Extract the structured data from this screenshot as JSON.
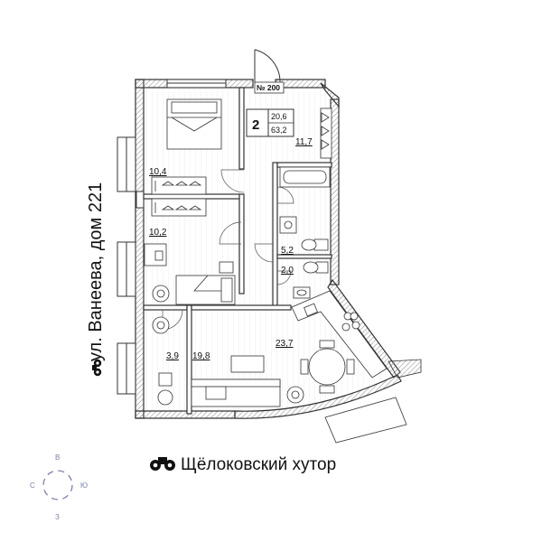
{
  "plan": {
    "apartment_number": "№ 200",
    "rooms_count": "2",
    "living_area": "20,6",
    "total_area": "63,2",
    "room_areas": {
      "bedroom_top": "10,4",
      "bedroom_mid": "10,2",
      "hall": "11,7",
      "bath": "5,2",
      "wc": "2,0",
      "living": "23,7",
      "balcony": "3,9",
      "dining": "19,8"
    }
  },
  "street_label": "ул. Ванеева, дом 221",
  "complex_label": "Щёлоковский хутор",
  "compass": {
    "north": "В",
    "west": "С",
    "east": "Ю",
    "south": "З"
  }
}
